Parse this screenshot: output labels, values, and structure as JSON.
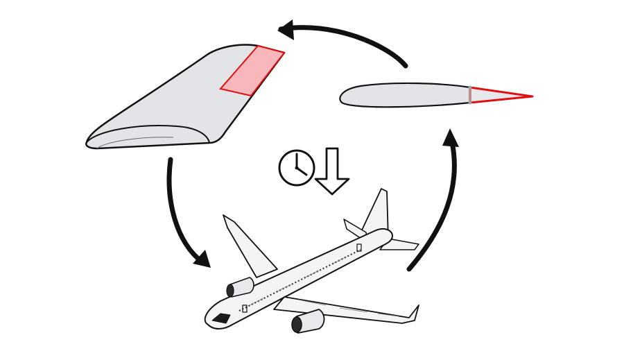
{
  "diagram": {
    "kind": "cycle",
    "nodes": [
      {
        "id": "wing",
        "icon": "wing-with-highlighted-flap-icon"
      },
      {
        "id": "airfoil",
        "icon": "airfoil-with-trailing-edge-icon"
      },
      {
        "id": "aircraft",
        "icon": "airliner-icon"
      },
      {
        "id": "center",
        "icon": "clock-with-down-arrow-icon"
      }
    ],
    "edges": [
      {
        "from": "wing",
        "to": "aircraft"
      },
      {
        "from": "aircraft",
        "to": "airfoil"
      },
      {
        "from": "airfoil",
        "to": "wing"
      }
    ],
    "colors": {
      "stroke": "#111111",
      "fill": "#e2e4e8",
      "highlight_fill": "#f7b7bb",
      "highlight_stroke": "#e01010",
      "trailing_edge": "#e01010",
      "arrow": "#111111"
    }
  }
}
